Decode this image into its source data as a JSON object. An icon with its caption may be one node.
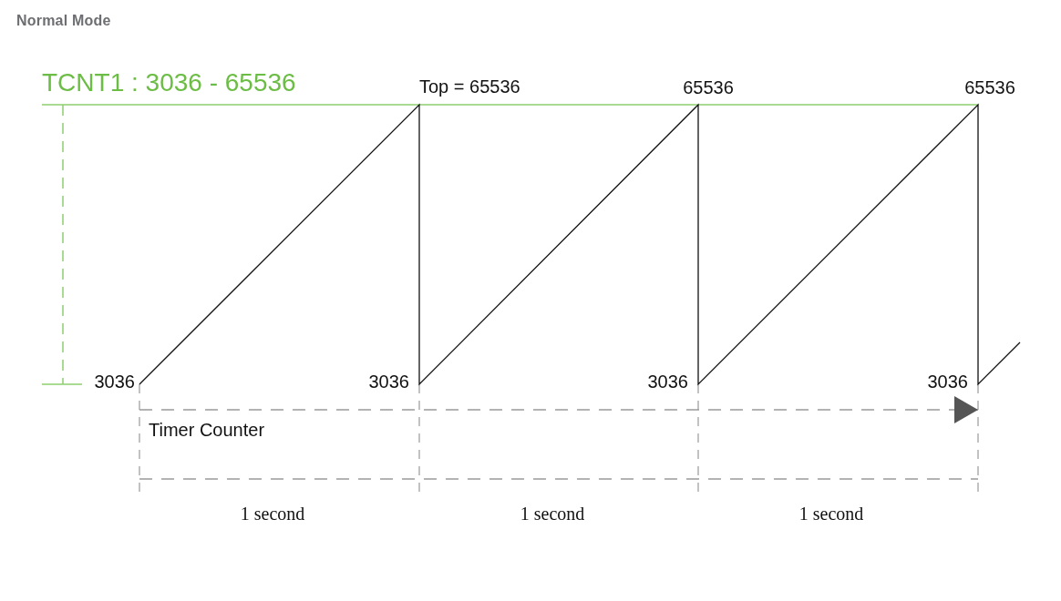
{
  "diagram": {
    "title": "Normal Mode",
    "labels": [
      "TCNT1 : 3036 - 65536",
      "Top = 65536",
      "65536",
      "65536",
      "3036",
      "3036",
      "3036",
      "3036",
      "Timer Counter",
      "1 second",
      "1 second",
      "1 second"
    ]
  }
}
